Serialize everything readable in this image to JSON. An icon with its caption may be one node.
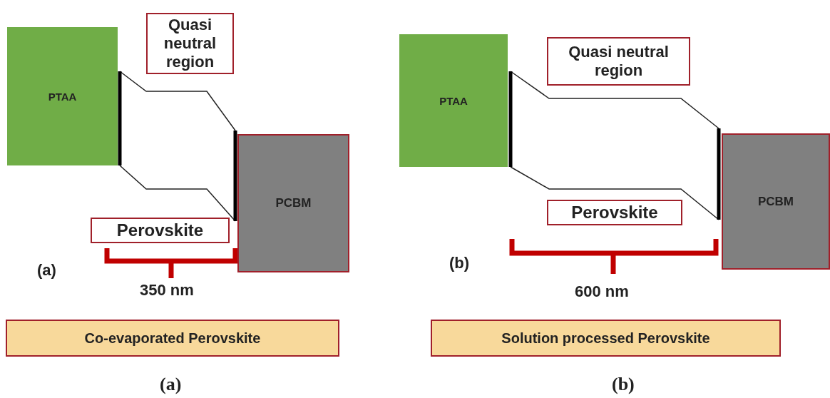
{
  "diagram": {
    "nodes": [
      {
        "text": [
          "PTAA"
        ]
      },
      {
        "text": [
          "Quasi neutral region"
        ]
      },
      {
        "text": [
          "PCBM"
        ]
      },
      {
        "text": [
          "Perovskite"
        ]
      },
      {
        "text": [
          "Co-evaporated Perovskite"
        ]
      },
      {
        "text": [
          "PTAA"
        ]
      },
      {
        "text": [
          "Quasi neutral region"
        ]
      },
      {
        "text": [
          "Perovskite"
        ]
      },
      {
        "text": [
          "PCBM"
        ]
      },
      {
        "text": [
          "Solution processed Perovskite"
        ]
      }
    ],
    "edges": [],
    "labels": [
      "(a)",
      "350 nm",
      "(b)",
      "600 nm",
      "(a)",
      "(b)"
    ]
  }
}
